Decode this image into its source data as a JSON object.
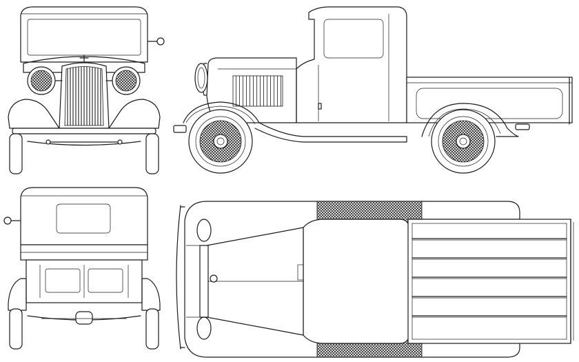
{
  "drawing": {
    "subject": "pickup-truck-blueprint",
    "views": [
      {
        "view": "front"
      },
      {
        "view": "side"
      },
      {
        "view": "rear"
      },
      {
        "view": "top"
      }
    ],
    "colors": {
      "line": "#1a1a1a",
      "background": "#ffffff",
      "hatch": "#3a3a3a"
    }
  }
}
